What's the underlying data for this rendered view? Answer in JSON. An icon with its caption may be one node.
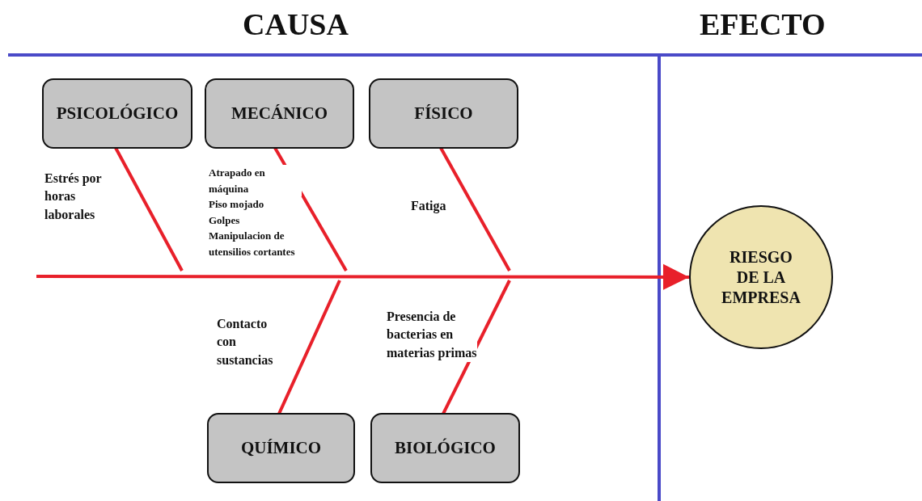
{
  "diagram": {
    "nodes": [
      {
        "text": [
          "PSICOLÓGICO"
        ],
        "beside": [
          "Estrés por horas laborales"
        ]
      },
      {
        "text": [
          "MECÁNICO"
        ],
        "beside": [
          "Atrapado en máquina",
          "Piso mojado",
          "Golpes",
          "Manipulacion de utensilios cortantes"
        ]
      },
      {
        "text": [
          "FÍSICO"
        ],
        "beside": [
          "Fatiga"
        ]
      },
      {
        "text": [
          "QUÍMICO"
        ]
      },
      {
        "text": [
          "BIOLÓGICO"
        ]
      },
      {
        "text": [
          "RIESGO DE LA EMPRESA"
        ]
      }
    ],
    "edges": [
      {
        "from": 0,
        "to": null,
        "arrow": "none"
      },
      {
        "from": 1,
        "to": null,
        "arrow": "none"
      },
      {
        "from": 2,
        "to": null,
        "arrow": "none"
      },
      {
        "from": 3,
        "to": null,
        "arrow": "none"
      },
      {
        "from": 4,
        "to": null,
        "arrow": "none"
      },
      {
        "from": null,
        "to": 5,
        "arrow": "to"
      }
    ],
    "labels": [
      "CAUSA",
      "EFECTO",
      "Contacto con sustancias",
      "Presencia de bacterias en materias primas"
    ]
  }
}
